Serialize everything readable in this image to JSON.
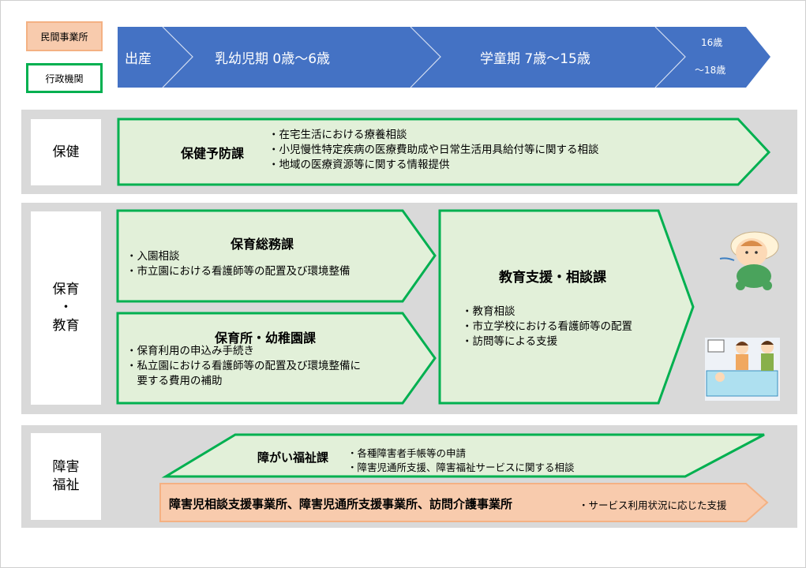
{
  "legend": {
    "private": "民間事業所",
    "admin": "行政機関"
  },
  "timeline": {
    "birth": "出産",
    "infant": "乳幼児期 0歳〜6歳",
    "school": "学童期 7歳〜15歳",
    "teen_line1": "16歳",
    "teen_line2": "〜18歳"
  },
  "health": {
    "label": "保健",
    "title": "保健予防課",
    "bullets": [
      "・在宅生活における療養相談",
      "・小児慢性特定疾病の医療費助成や日常生活用具給付等に関する相談",
      "・地域の医療資源等に関する情報提供"
    ]
  },
  "care": {
    "label_line1": "保育",
    "label_line2": "・",
    "label_line3": "教育",
    "general": {
      "title": "保育総務課",
      "bullets": [
        "・入園相談",
        "・市立園における看護師等の配置及び環境整備"
      ]
    },
    "nursery": {
      "title": "保育所・幼稚園課",
      "bullets": [
        "・保育利用の申込み手続き",
        "・私立園における看護師等の配置及び環境整備に",
        "　要する費用の補助"
      ]
    },
    "education": {
      "title": "教育支援・相談課",
      "bullets": [
        "・教育相談",
        "・市立学校における看護師等の配置",
        "・訪問等による支援"
      ]
    }
  },
  "welfare": {
    "label_line1": "障害",
    "label_line2": "福祉",
    "dept": {
      "title": "障がい福祉課",
      "bullets": [
        "・各種障害者手帳等の申請",
        "・障害児通所支援、障害福祉サービスに関する相談"
      ]
    },
    "private": {
      "title": "障害児相談支援事業所、障害児通所支援事業所、訪問介護事業所",
      "bullet": "・サービス利用状況に応じた支援"
    }
  },
  "colors": {
    "admin_fill": "#e2f0d9",
    "admin_border": "#00b050",
    "private_fill": "#f8cbad",
    "private_border": "#f4b183",
    "timeline": "#4472c4",
    "band": "#d9d9d9"
  },
  "illustrations": [
    "baby-illustration",
    "hospital-bed-illustration"
  ]
}
